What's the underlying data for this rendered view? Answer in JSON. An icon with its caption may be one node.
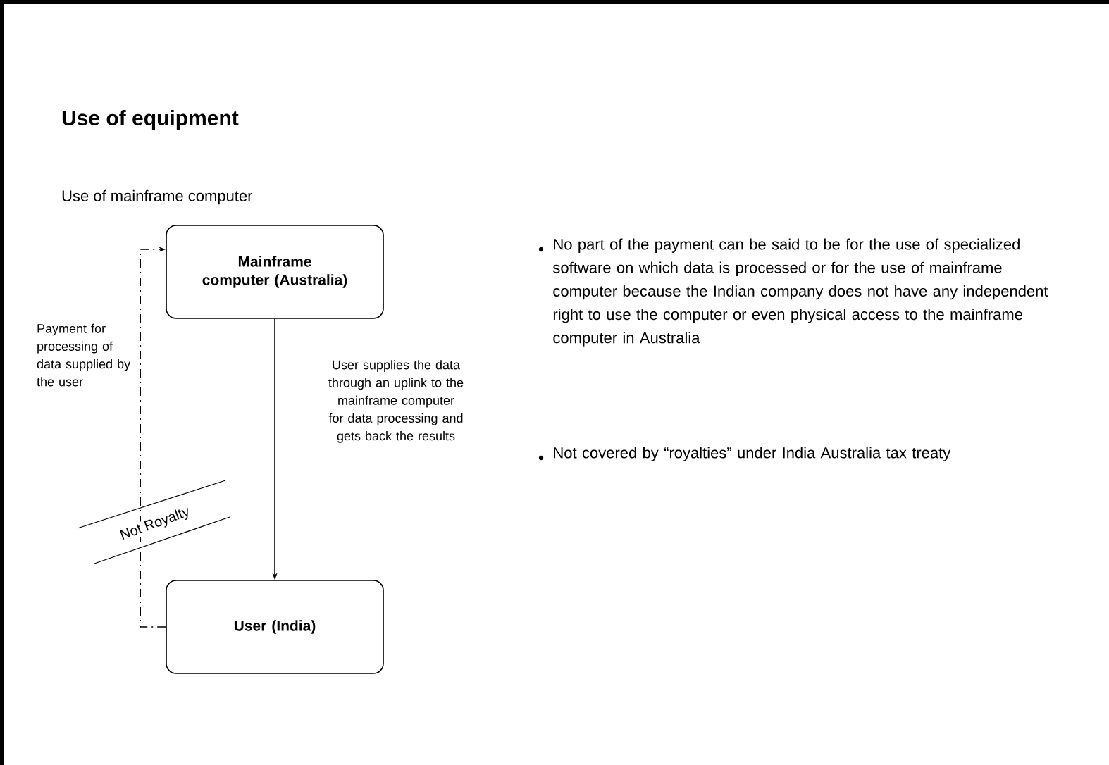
{
  "diagram": {
    "title": "Use of equipment",
    "nodes": [
      {
        "text": [
          "Mainframe computer (Australia)"
        ]
      },
      {
        "text": [
          "User (India)"
        ]
      }
    ],
    "edges": [
      {
        "from": 0,
        "to": 1,
        "arrow": "to",
        "label": "User supplies the data through an uplink to the mainframe computer for data processing and gets back the results"
      },
      {
        "from": 1,
        "to": 0,
        "arrow": "to",
        "style": "dashed",
        "label": "Payment for processing of data supplied by the user"
      }
    ],
    "labels": [
      "Use of mainframe computer",
      "No part of the payment can be said to be for the use of specialized software on which data is processed or for the use of mainframe computer because the Indian company does not have any independent right to use the computer or even physical access to the mainframe computer in Australia",
      "Not covered by “royalties” under India Australia tax treaty",
      "Not Royalty"
    ]
  }
}
